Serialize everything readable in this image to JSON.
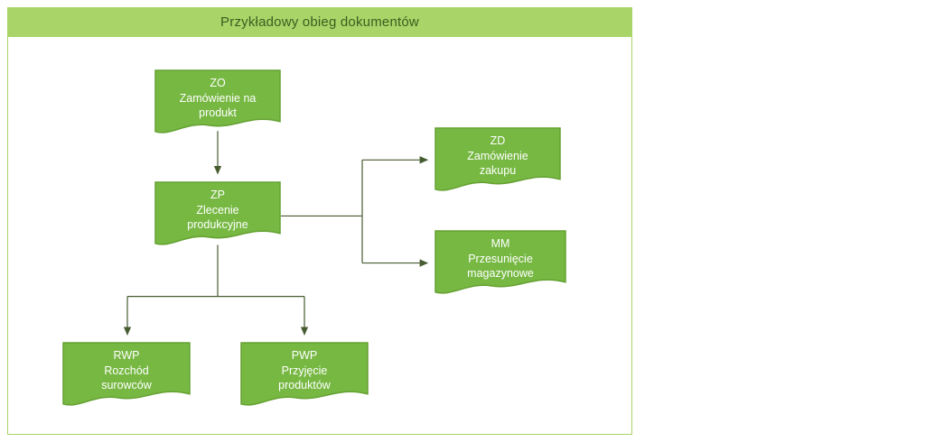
{
  "title": "Przykładowy obieg dokumentów",
  "colors": {
    "header_bg": "#a9d468",
    "header_text": "#3a5e1f",
    "panel_border": "#a9d468",
    "node_fill": "#77b843",
    "node_border": "#65a132",
    "node_text": "#ffffff",
    "connector": "#475c31"
  },
  "nodes": [
    {
      "id": "ZO",
      "lines": [
        "ZO",
        "Zamówienie na",
        "produkt"
      ]
    },
    {
      "id": "ZP",
      "lines": [
        "ZP",
        "Zlecenie",
        "produkcyjne"
      ]
    },
    {
      "id": "ZD",
      "lines": [
        "ZD",
        "Zamówienie",
        "zakupu"
      ]
    },
    {
      "id": "MM",
      "lines": [
        "MM",
        "Przesunięcie",
        "magazynowe"
      ]
    },
    {
      "id": "RWP",
      "lines": [
        "RWP",
        "Rozchód",
        "surowców"
      ]
    },
    {
      "id": "PWP",
      "lines": [
        "PWP",
        "Przyjęcie",
        "produktów"
      ]
    }
  ]
}
